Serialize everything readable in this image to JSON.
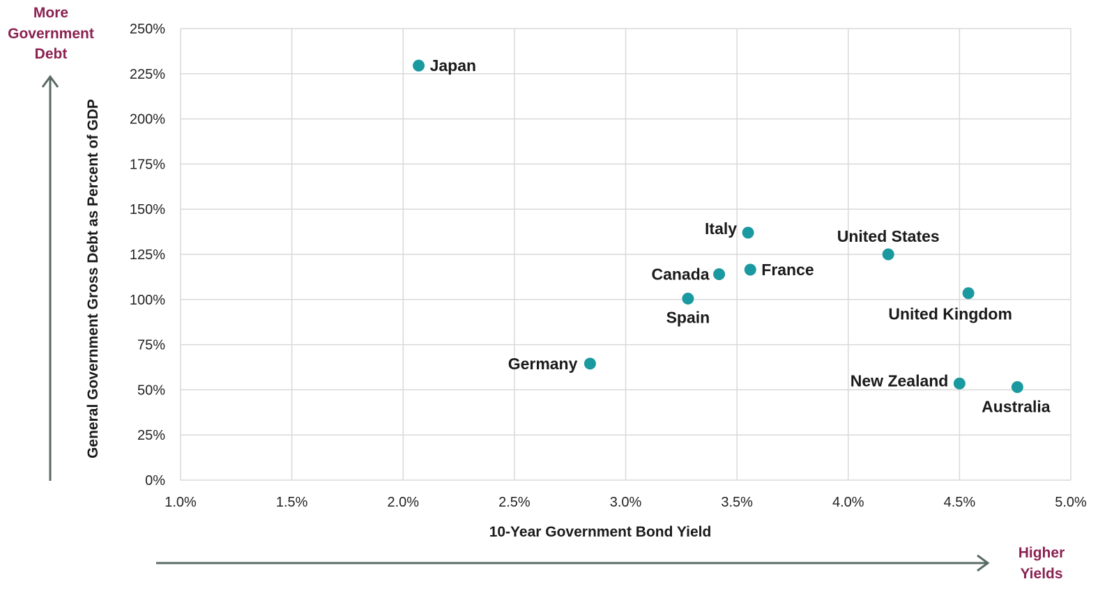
{
  "chart_data": {
    "type": "scatter",
    "xlabel": "10-Year Government Bond Yield",
    "ylabel": "General Government Gross Debt as Percent of GDP",
    "xlim": [
      1.0,
      5.0
    ],
    "ylim": [
      0,
      250
    ],
    "x_ticks": [
      "1.0%",
      "1.5%",
      "2.0%",
      "2.5%",
      "3.0%",
      "3.5%",
      "4.0%",
      "4.5%",
      "5.0%"
    ],
    "y_ticks": [
      "0%",
      "25%",
      "50%",
      "75%",
      "100%",
      "125%",
      "150%",
      "175%",
      "200%",
      "225%",
      "250%"
    ],
    "grid": true,
    "points": [
      {
        "label": "Japan",
        "x": 2.07,
        "y": 229.5
      },
      {
        "label": "Italy",
        "x": 3.55,
        "y": 137
      },
      {
        "label": "United States",
        "x": 4.18,
        "y": 125
      },
      {
        "label": "France",
        "x": 3.56,
        "y": 116.5
      },
      {
        "label": "Canada",
        "x": 3.42,
        "y": 114
      },
      {
        "label": "United Kingdom",
        "x": 4.54,
        "y": 103.5
      },
      {
        "label": "Spain",
        "x": 3.28,
        "y": 100.5
      },
      {
        "label": "Germany",
        "x": 2.84,
        "y": 64.5
      },
      {
        "label": "New Zealand",
        "x": 4.5,
        "y": 53.5
      },
      {
        "label": "Australia",
        "x": 4.76,
        "y": 51.5
      }
    ],
    "annotations": {
      "y_arrow": [
        "More",
        "Government",
        "Debt"
      ],
      "x_arrow": [
        "Higher",
        "Yields"
      ]
    }
  },
  "colors": {
    "marker": "#1a9aa0",
    "grid": "#d9d9d9",
    "annotation_text": "#8b2252",
    "arrow": "#5a6a66"
  }
}
